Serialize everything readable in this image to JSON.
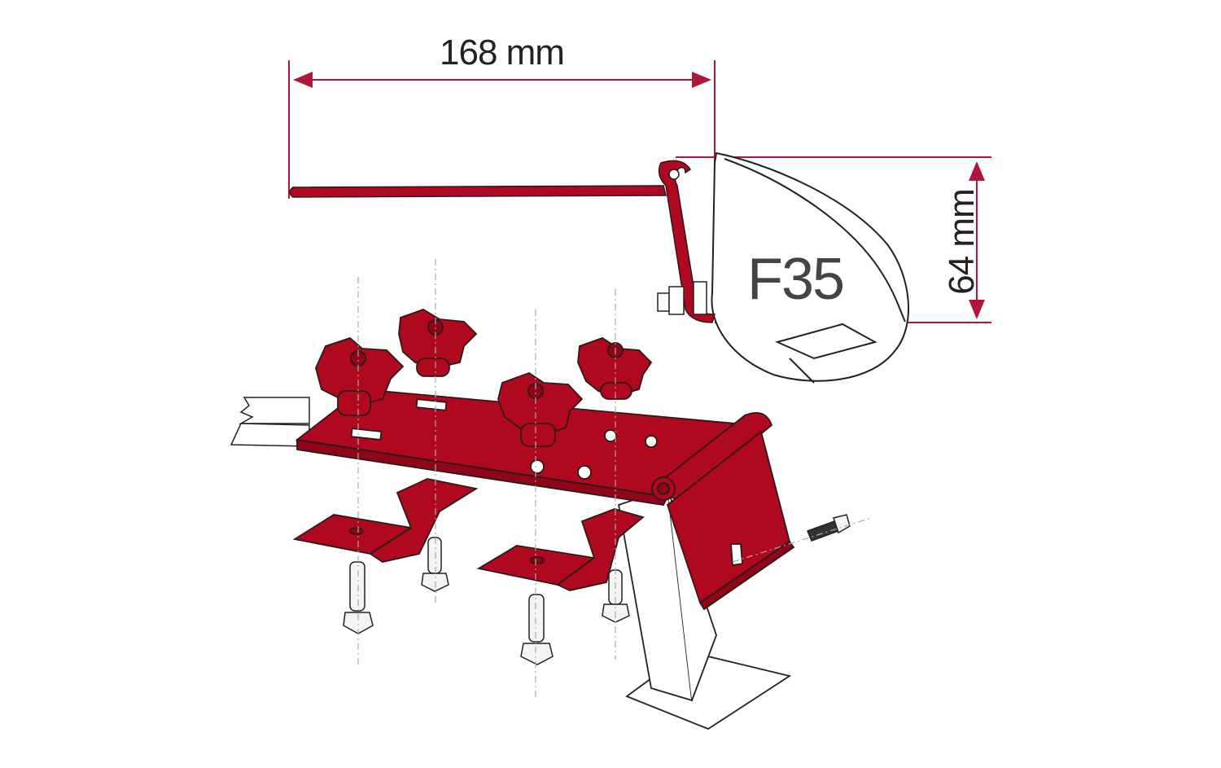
{
  "diagram": {
    "title": "Awning mounting bracket kit exploded view",
    "colors": {
      "part": "#b0081f",
      "outline": "#2b1a1a",
      "dimension_line": "#b0153a",
      "text": "#222222"
    },
    "dimensions": {
      "width_label": "168 mm",
      "height_label": "64 mm"
    },
    "awning_model_label": "F35",
    "parts": [
      {
        "name": "awning-profile-rail",
        "color": "red"
      },
      {
        "name": "star-knob",
        "count": 4,
        "color": "red"
      },
      {
        "name": "mounting-plate-with-hinge",
        "color": "red"
      },
      {
        "name": "z-clamp",
        "count": 2,
        "color": "red"
      },
      {
        "name": "hex-bolt",
        "count": 5,
        "color": "white"
      },
      {
        "name": "support-leg",
        "color": "white"
      },
      {
        "name": "roof-rail",
        "color": "white"
      },
      {
        "name": "awning-case",
        "color": "white"
      }
    ]
  }
}
